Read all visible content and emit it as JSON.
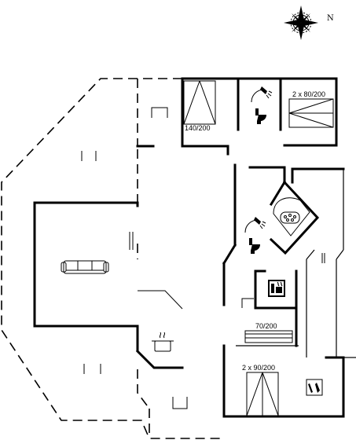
{
  "compass": {
    "north_label": "N"
  },
  "beds": {
    "top_left": "140/200",
    "top_right": "2 x 80/200",
    "middle": "70/200",
    "bottom": "2 x 90/200"
  },
  "icons": [
    "shower-icon",
    "toilet-icon",
    "sofa-icon",
    "cooking-pot-icon",
    "spa-tub-icon",
    "sauna-icon",
    "washing-machine-icon",
    "compass-rose-icon"
  ]
}
